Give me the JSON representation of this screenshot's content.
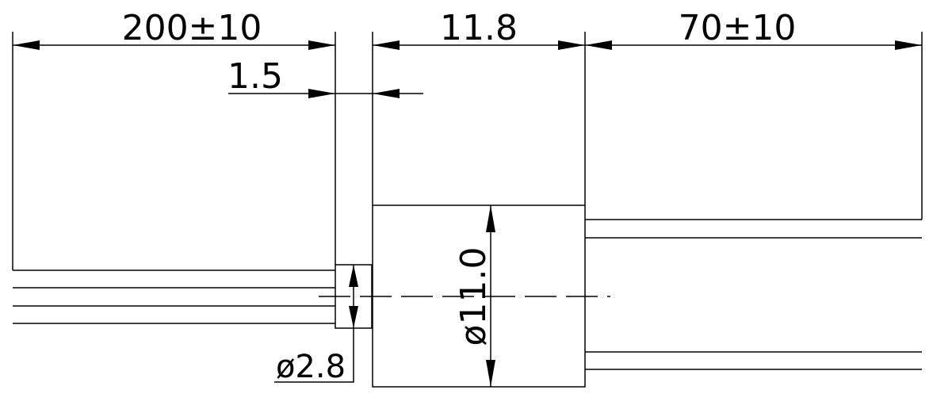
{
  "drawing": {
    "dimensions": {
      "left_length": "200±10",
      "body_length": "11.8",
      "right_length": "70±10",
      "offset": "1.5",
      "body_diameter": "ø11.0",
      "stub_diameter": "ø2.8"
    },
    "colors": {
      "line": "#000000",
      "background": "#ffffff"
    }
  }
}
